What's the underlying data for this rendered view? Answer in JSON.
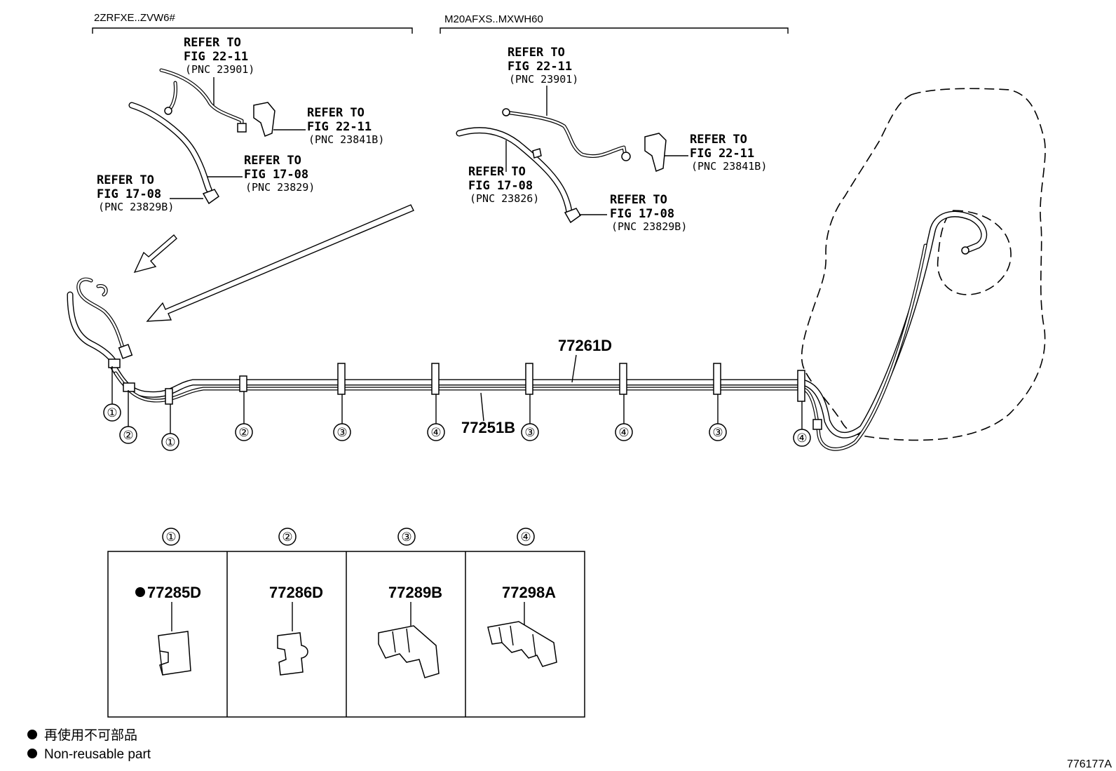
{
  "variants": {
    "left": "2ZRFXE..ZVW6#",
    "right": "M20AFXS..MXWH60"
  },
  "refs": {
    "left": [
      {
        "l1": "REFER TO",
        "l2": "FIG 22-11",
        "pnc": "(PNC 23901)"
      },
      {
        "l1": "REFER TO",
        "l2": "FIG 22-11",
        "pnc": "(PNC 23841B)"
      },
      {
        "l1": "REFER TO",
        "l2": "FIG 17-08",
        "pnc": "(PNC 23829)"
      },
      {
        "l1": "REFER TO",
        "l2": "FIG 17-08",
        "pnc": "(PNC 23829B)"
      }
    ],
    "right": [
      {
        "l1": "REFER TO",
        "l2": "FIG 22-11",
        "pnc": "(PNC 23901)"
      },
      {
        "l1": "REFER TO",
        "l2": "FIG 22-11",
        "pnc": "(PNC 23841B)"
      },
      {
        "l1": "REFER TO",
        "l2": "FIG 17-08",
        "pnc": "(PNC 23826)"
      },
      {
        "l1": "REFER TO",
        "l2": "FIG 17-08",
        "pnc": "(PNC 23829B)"
      }
    ]
  },
  "parts": {
    "tube_upper": "77261D",
    "tube_lower": "77251B"
  },
  "callouts": [
    "①",
    "②",
    "③",
    "④"
  ],
  "clamp_table": [
    {
      "num": "①",
      "part": "77285D",
      "non_reusable": true
    },
    {
      "num": "②",
      "part": "77286D",
      "non_reusable": false
    },
    {
      "num": "③",
      "part": "77289B",
      "non_reusable": false
    },
    {
      "num": "④",
      "part": "77298A",
      "non_reusable": false
    }
  ],
  "legend": {
    "jp": "再使用不可部品",
    "en": "Non-reusable part"
  },
  "figure_id": "776177A"
}
